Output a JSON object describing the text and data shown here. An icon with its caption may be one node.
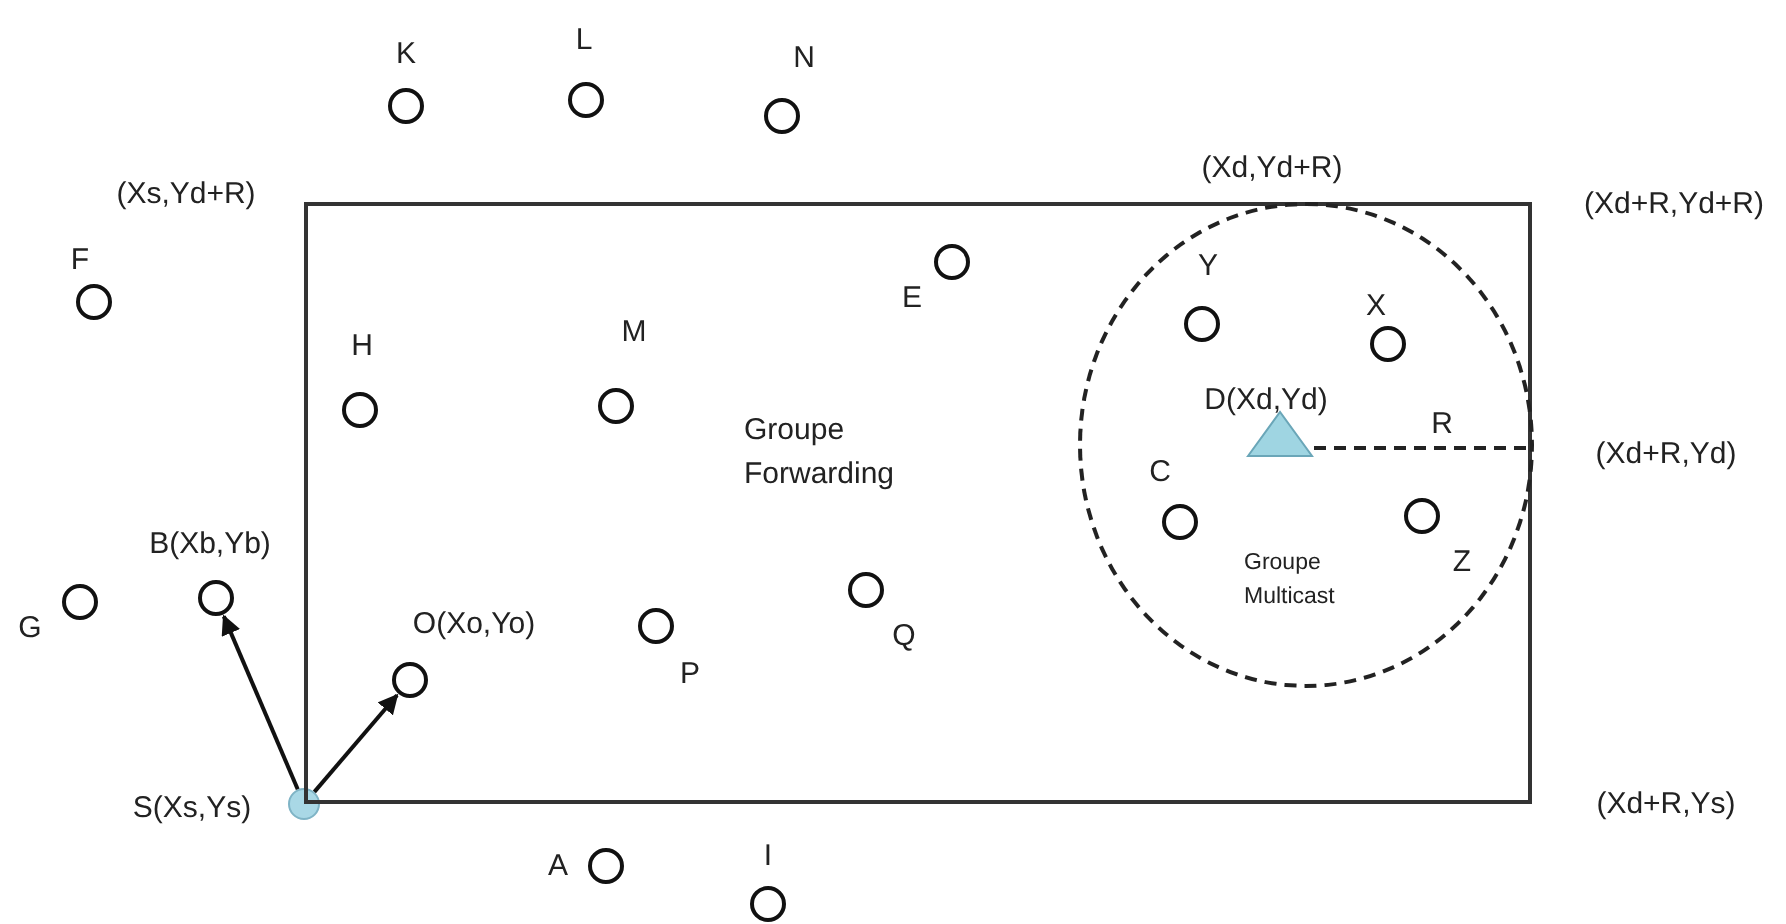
{
  "diagram": {
    "nodes": [
      {
        "text": [
          "Groupe Forwarding"
        ]
      },
      {
        "text": [
          "Groupe Multicast"
        ],
        "in": 0
      },
      {
        "text": [
          "K"
        ]
      },
      {
        "text": [
          "L"
        ]
      },
      {
        "text": [
          "N"
        ]
      },
      {
        "text": [
          "F"
        ]
      },
      {
        "text": [
          "H"
        ],
        "in": 0
      },
      {
        "text": [
          "M"
        ],
        "in": 0
      },
      {
        "text": [
          "E"
        ],
        "in": 0
      },
      {
        "text": [
          "Y"
        ],
        "in": 1
      },
      {
        "text": [
          "X"
        ],
        "in": 1
      },
      {
        "text": [
          "D(Xd,Yd)"
        ],
        "in": 1
      },
      {
        "text": [
          "C"
        ],
        "in": 1
      },
      {
        "text": [
          "Z"
        ],
        "in": 1
      },
      {
        "text": [
          "Q"
        ],
        "in": 0
      },
      {
        "text": [
          "P"
        ],
        "in": 0
      },
      {
        "text": [
          "B(Xb,Yb)"
        ]
      },
      {
        "text": [
          "G"
        ]
      },
      {
        "text": [
          "O(Xo,Yo)"
        ],
        "in": 0
      },
      {
        "text": [
          "S(Xs,Ys)"
        ]
      },
      {
        "text": [
          "A"
        ]
      },
      {
        "text": [
          "I"
        ]
      }
    ],
    "edges": [
      {
        "from": 19,
        "to": 16,
        "arrow": "to"
      },
      {
        "from": 19,
        "to": 18,
        "arrow": "to"
      }
    ],
    "labels": [
      "(Xs,Yd+R)",
      "(Xd,Yd+R)",
      "(Xd+R,Yd+R)",
      "R",
      "(Xd+R,Yd)",
      "(Xd+R,Ys)"
    ]
  }
}
